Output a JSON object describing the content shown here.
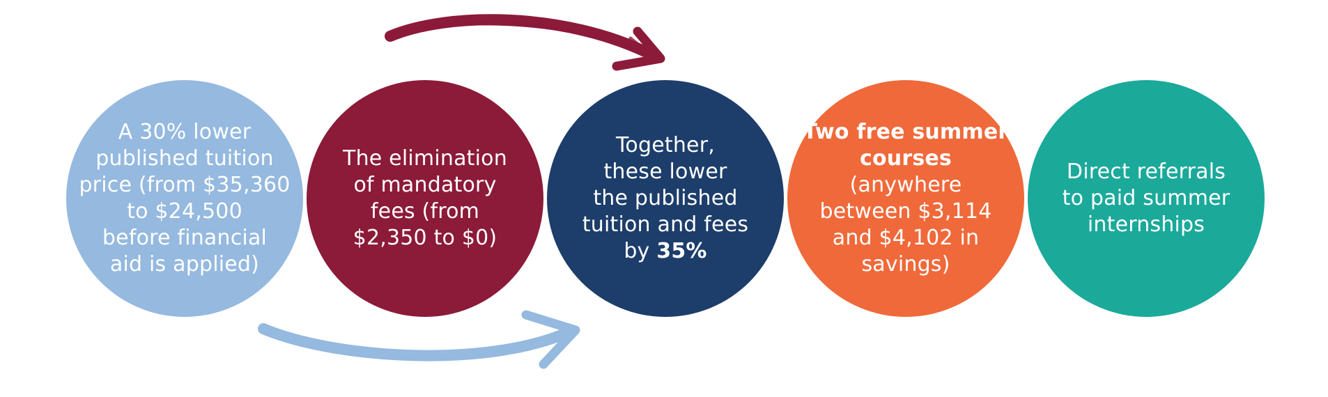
{
  "colors": {
    "circle_1": "#95b9df",
    "circle_2": "#8c1a39",
    "circle_3": "#1d3d6b",
    "circle_4": "#f0693a",
    "circle_5": "#1ba99a",
    "arrow_top": "#8c1a39",
    "arrow_bottom": "#95b9df",
    "text": "#ffffff"
  },
  "icons": {
    "top_arrow": "curved-arrow-right-icon",
    "bottom_arrow": "curved-arrow-right-icon"
  },
  "circles": [
    {
      "lines": [
        "A 30% lower",
        "published tuition",
        "price (from $35,360",
        "to $24,500",
        "before financial",
        "aid is applied)"
      ]
    },
    {
      "lines": [
        "The elimination",
        "of mandatory",
        "fees (from",
        "$2,350 to $0)"
      ]
    },
    {
      "lines": [
        "Together,",
        "these lower",
        "the published",
        "tuition and fees"
      ],
      "last_prefix": "by ",
      "last_bold": "35%"
    },
    {
      "bold_line": "Two free summer",
      "bold_prefix": "courses",
      "mixed_suffix": " (anywhere",
      "lines": [
        "between $3,114",
        "and $4,102 in",
        "savings)"
      ]
    },
    {
      "lines": [
        "Direct referrals",
        "to paid summer",
        "internships"
      ]
    }
  ]
}
